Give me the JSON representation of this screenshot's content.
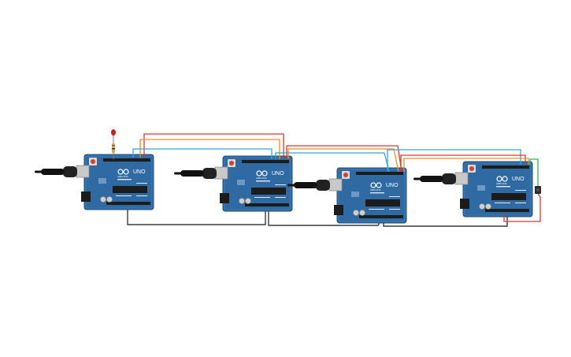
{
  "board_label": "UNO",
  "board_brand": "ARDUINO",
  "board_count": 4,
  "wire_colors": {
    "red": "#e0352b",
    "orange": "#e8902a",
    "blue": "#35a4d8",
    "green": "#3bb24a",
    "gray": "#3a3a3a"
  },
  "board_color": "#2f6aa3",
  "components": [
    "arduino-uno",
    "usb-cable",
    "led",
    "resistor",
    "pushbutton"
  ]
}
